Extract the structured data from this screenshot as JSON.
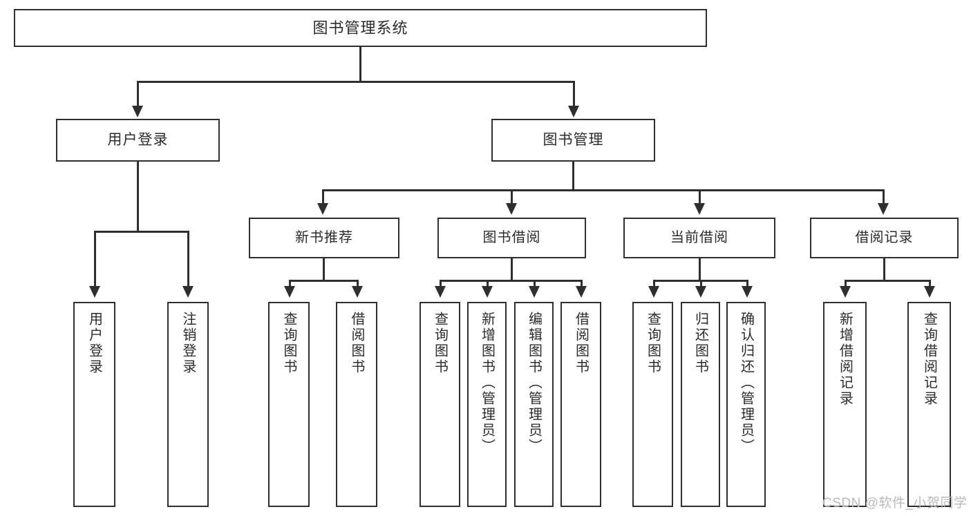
{
  "diagram": {
    "type": "tree-hierarchy",
    "title": "图书管理系统",
    "watermark": "CSDN @软件_小贺同学",
    "nodes": {
      "root": {
        "label": "图书管理系统"
      },
      "level1": [
        {
          "id": "user-login",
          "label": "用户登录"
        },
        {
          "id": "book-management",
          "label": "图书管理"
        }
      ],
      "level2": [
        {
          "id": "new-book-recommend",
          "label": "新书推荐"
        },
        {
          "id": "book-borrow",
          "label": "图书借阅"
        },
        {
          "id": "current-borrow",
          "label": "当前借阅"
        },
        {
          "id": "borrow-record",
          "label": "借阅记录"
        }
      ],
      "leaves": {
        "user-login": [
          {
            "id": "leaf-user-login",
            "label": "用户登录"
          },
          {
            "id": "leaf-user-logout",
            "label": "注销登录"
          }
        ],
        "new-book-recommend": [
          {
            "id": "leaf-query-book-1",
            "label": "查询图书"
          },
          {
            "id": "leaf-borrow-book-1",
            "label": "借阅图书"
          }
        ],
        "book-borrow": [
          {
            "id": "leaf-query-book-2",
            "label": "查询图书"
          },
          {
            "id": "leaf-add-book",
            "label": "新增图书（管理员）"
          },
          {
            "id": "leaf-edit-book",
            "label": "编辑图书（管理员）"
          },
          {
            "id": "leaf-borrow-book-2",
            "label": "借阅图书"
          }
        ],
        "current-borrow": [
          {
            "id": "leaf-query-book-3",
            "label": "查询图书"
          },
          {
            "id": "leaf-return-book",
            "label": "归还图书"
          },
          {
            "id": "leaf-confirm-return",
            "label": "确认归还（管理员）"
          }
        ],
        "borrow-record": [
          {
            "id": "leaf-add-record",
            "label": "新增借阅记录"
          },
          {
            "id": "leaf-query-record",
            "label": "查询借阅记录"
          }
        ]
      }
    },
    "colors": {
      "border": "#2e2e2e",
      "text": "#2b2b2b",
      "background": "#ffffff",
      "watermark": "#b9b9b9"
    }
  }
}
